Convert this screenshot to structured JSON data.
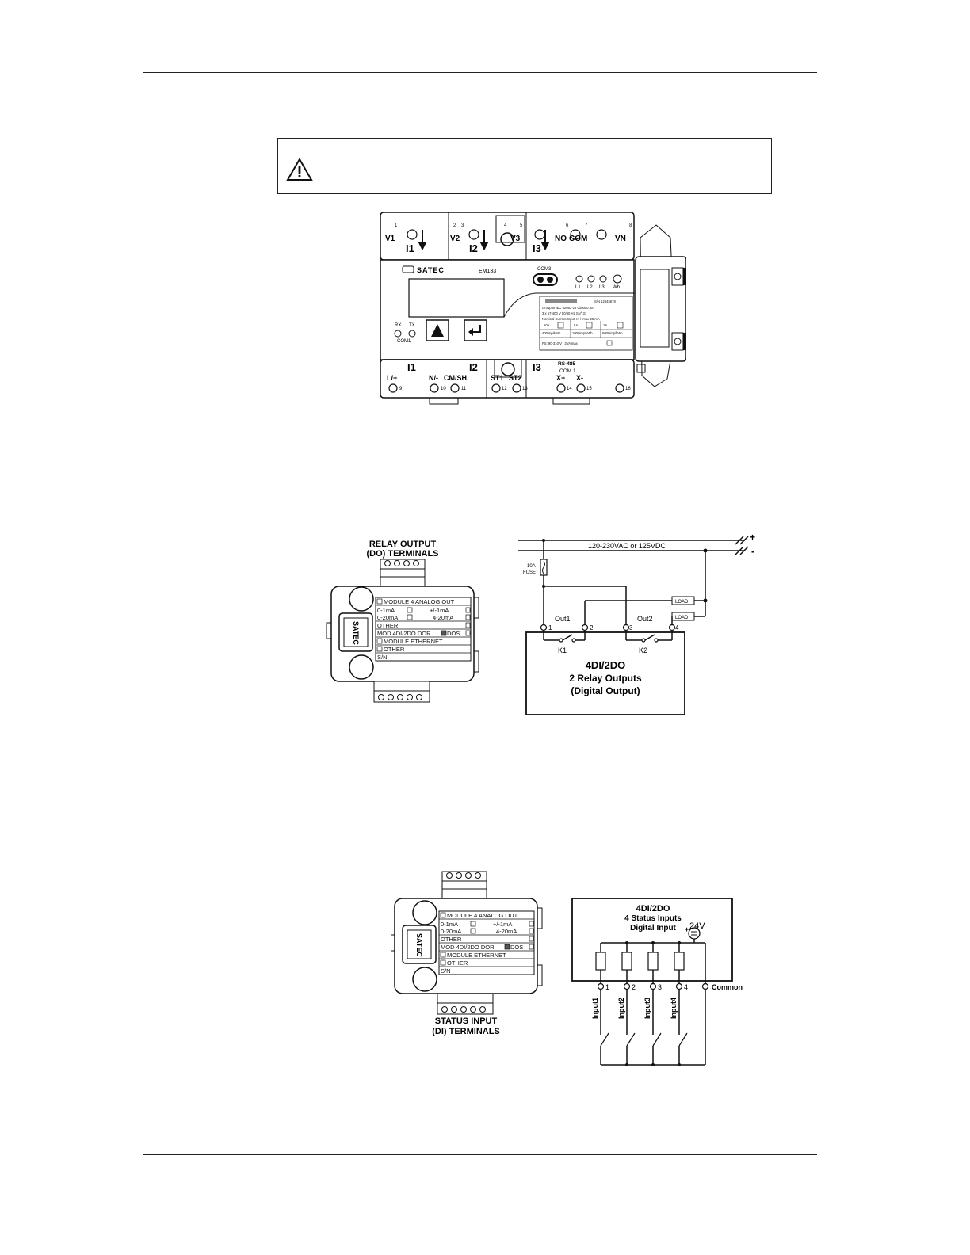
{
  "warning": {
    "icon": "warning-triangle-icon"
  },
  "meter": {
    "top_labels": [
      "V1",
      "V2",
      "V3",
      "NO",
      "COM",
      "VN"
    ],
    "top_currents": [
      "I1",
      "I2",
      "I3"
    ],
    "top_numbers": [
      "1",
      "2",
      "3",
      "4",
      "5",
      "6",
      "7",
      "8"
    ],
    "brand": "SATEC",
    "model": "EM133",
    "com_button": "COM3",
    "leds": [
      "L1",
      "L2",
      "L3",
      "Wh"
    ],
    "rx_tx": [
      "RX",
      "TX"
    ],
    "com1_small": "COM1",
    "nameplate": {
      "serial": "S/N 12345678",
      "line1": "Group III   IEC 62053-22   Class 0.5S",
      "line2": "3 x 57-400 V   50/60 Hz   SN°    31",
      "line3": "Nominal Current Input: In / Imax   25 mA",
      "ratings": [
        "50A",
        "5A",
        "1A"
      ],
      "pulses": [
        "400imp/kWh",
        "1000imp/kWh",
        "5000imp/kWh"
      ],
      "power": "PS: 90-310 V     , 3VA max"
    },
    "bottom_currents": [
      "I1",
      "I2",
      "I3"
    ],
    "rs485": "RS-485",
    "com1": "COM 1",
    "bottom_labels": [
      "L/+",
      "N/-",
      "CM/SH.",
      "ST1",
      "ST2",
      "X+",
      "X-"
    ],
    "bottom_numbers": [
      "9",
      "10",
      "11",
      "12",
      "13",
      "14",
      "15",
      "16"
    ]
  },
  "module_label": {
    "brand": "SATEC",
    "row_analog": "MODULE 4 ANALOG OUT",
    "opt_0_1": "0-1mA",
    "opt_pm1": "+/-1mA",
    "opt_0_20": "0-20mA",
    "opt_4_20": "4-20mA",
    "other": "OTHER",
    "mod_dido": "MOD 4DI/2DO DOR",
    "dos": "DOS",
    "module_eth": "MODULE ETHERNET",
    "other2": "OTHER",
    "sn": "S/N"
  },
  "relay_fig": {
    "caption_line1": "RELAY OUTPUT",
    "caption_line2": "(DO) TERMINALS",
    "supply": "120-230VAC or 125VDC",
    "plus": "+",
    "minus": "-",
    "fuse_line1": "10A",
    "fuse_line2": "FUSE",
    "load": "LOAD",
    "out1": "Out1",
    "out2": "Out2",
    "terms": [
      "1",
      "2",
      "3",
      "4"
    ],
    "k1": "K1",
    "k2": "K2",
    "box_line1": "4DI/2DO",
    "box_line2": "2 Relay Outputs",
    "box_line3": "(Digital Output)"
  },
  "status_fig": {
    "caption_line1": "STATUS INPUT",
    "caption_line2": "(DI) TERMINALS",
    "box_line1": "4DI/2DO",
    "box_line2": "4 Status Inputs",
    "box_line3": "Digital Input",
    "voltage": "24V",
    "terms": [
      "1",
      "2",
      "3",
      "4"
    ],
    "common": "Common",
    "inputs": [
      "Input1",
      "Input2",
      "Input3",
      "Input4"
    ]
  }
}
